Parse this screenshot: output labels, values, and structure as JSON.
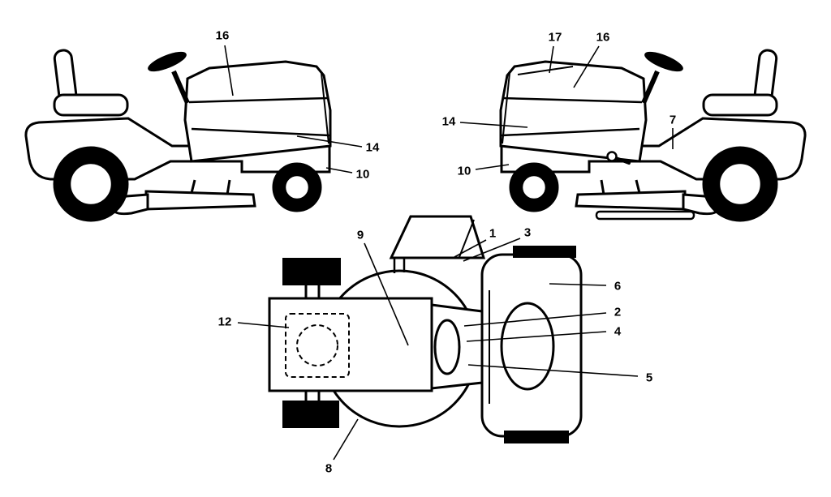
{
  "colors": {
    "line": "#000000",
    "background": "#ffffff"
  },
  "callouts": {
    "left_side_view": [
      {
        "num": "16"
      },
      {
        "num": "14"
      },
      {
        "num": "10"
      }
    ],
    "right_side_view": [
      {
        "num": "17"
      },
      {
        "num": "16"
      },
      {
        "num": "14"
      },
      {
        "num": "7"
      },
      {
        "num": "10"
      }
    ],
    "top_view": [
      {
        "num": "9"
      },
      {
        "num": "1"
      },
      {
        "num": "3"
      },
      {
        "num": "6"
      },
      {
        "num": "2"
      },
      {
        "num": "4"
      },
      {
        "num": "5"
      },
      {
        "num": "12"
      },
      {
        "num": "8"
      }
    ]
  }
}
